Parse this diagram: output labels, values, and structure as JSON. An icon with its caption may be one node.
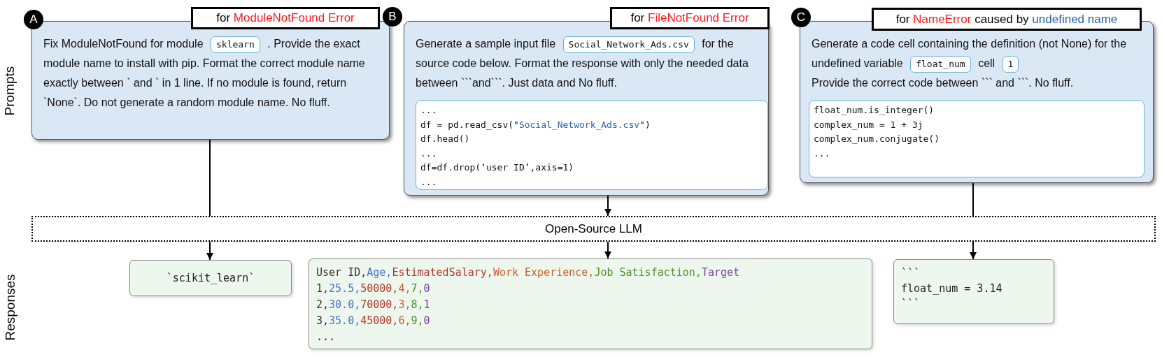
{
  "diagram": {
    "nodes": [
      {
        "text": [
          "A"
        ]
      },
      {
        "text": [
          "for",
          "ModuleNotFound Error"
        ]
      },
      {
        "text": [
          "Fix ModuleNotFound for module",
          ". Provide the exact module name to install with pip. Format the correct module name exactly between ` and ` in 1 line. If no module is found, return `None`. Do not generate a random module name. No fluff."
        ]
      },
      {
        "text": [
          "sklearn"
        ],
        "in": 2
      },
      {
        "text": [
          "B"
        ]
      },
      {
        "text": [
          "for",
          "FileNotFound Error"
        ]
      },
      {
        "text": [
          "Generate a sample input file",
          "for the source code below. Format the response with only the needed data between ```and```.  Just data and No fluff."
        ]
      },
      {
        "text": [
          "Social_Network_Ads.csv"
        ],
        "in": 6
      },
      {
        "text": [
          "...",
          "df = pd.read_csv(\"Social_Network_Ads.csv\")",
          "df.head()",
          "...",
          "df=df.drop(‘user ID’,axis=1)",
          "..."
        ],
        "in": 6
      },
      {
        "text": [
          "C"
        ]
      },
      {
        "text": [
          "for",
          "NameError",
          "caused by",
          "undefined name"
        ]
      },
      {
        "text": [
          "Generate a code cell containing the definition (not None) for the undefined variable",
          "cell",
          "Provide the correct code between ``` and ```. No fluff."
        ]
      },
      {
        "text": [
          "float_num"
        ],
        "in": 11
      },
      {
        "text": [
          "1"
        ],
        "in": 11
      },
      {
        "text": [
          "float_num.is_integer()",
          "complex_num = 1 + 3j",
          "complex_num.conjugate()",
          "..."
        ],
        "in": 11
      },
      {
        "text": [
          "Open-Source LLM"
        ]
      },
      {
        "text": [
          "`scikit_learn`"
        ]
      },
      {
        "text": [
          "User ID,Age,EstimatedSalary,Work Experience,Job Satisfaction,Target",
          "1,25.5,50000,4,7,0",
          "2,30.0,70000,3,8,1",
          "3,35.0,45000,6,9,0",
          "..."
        ]
      },
      {
        "text": [
          "```",
          "float_num = 3.14",
          "```"
        ]
      }
    ],
    "edges": [
      {
        "from": 2,
        "to": 15,
        "arrow": "none"
      },
      {
        "from": 6,
        "to": 15,
        "arrow": "to"
      },
      {
        "from": 11,
        "to": 15,
        "arrow": "none"
      },
      {
        "from": 15,
        "to": 16,
        "arrow": "to"
      },
      {
        "from": 15,
        "to": 17,
        "arrow": "to"
      },
      {
        "from": 15,
        "to": 18,
        "arrow": "to"
      }
    ],
    "labels": [
      "Prompts",
      "Responses"
    ]
  }
}
